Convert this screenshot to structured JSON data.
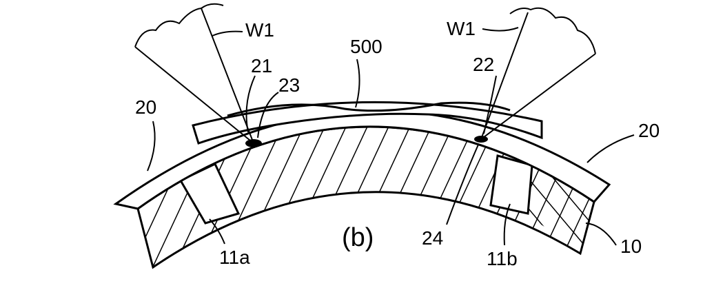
{
  "figure": {
    "caption": "(b)",
    "labels": {
      "weld_beam_left": "W1",
      "weld_beam_right": "W1",
      "cover_plate": "500",
      "weld_left": "21",
      "weld_right": "22",
      "bead_left": "23",
      "bead_right": "24",
      "sheet_left": "20",
      "sheet_right": "20",
      "groove_left": "11a",
      "groove_right": "11b",
      "core": "10"
    },
    "colors": {
      "ink": "#000000",
      "paper": "#ffffff"
    }
  }
}
